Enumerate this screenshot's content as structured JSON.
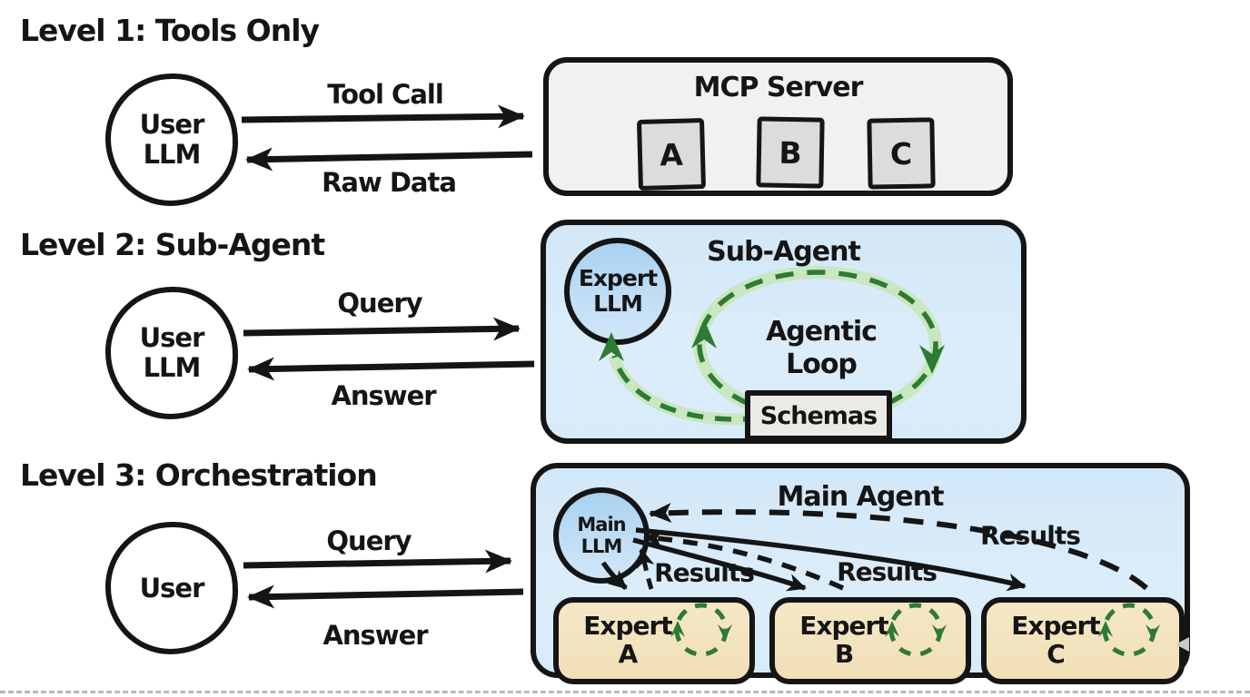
{
  "colors": {
    "canvas": "#ffffff",
    "ink": "#151515",
    "agent_box_blue": "#d7e9f8",
    "llm_circle_blue": "#b5d8f2",
    "server_gray": "#f1f1ef",
    "tool_square_gray": "#dcdcda",
    "expert_tan": "#f3e3c0",
    "loop_green": "#2e7b33",
    "loop_band_green": "#c9e7c0",
    "schemas_gray": "#eceae7"
  },
  "level1": {
    "title": "Level 1: Tools Only",
    "actor_line1": "User",
    "actor_line2": "LLM",
    "out_label": "Tool Call",
    "in_label": "Raw Data",
    "server_title": "MCP Server",
    "tools": [
      "A",
      "B",
      "C"
    ]
  },
  "level2": {
    "title": "Level 2: Sub-Agent",
    "actor_line1": "User",
    "actor_line2": "LLM",
    "out_label": "Query",
    "in_label": "Answer",
    "box_title": "Sub-Agent",
    "inner_circle_line1": "Expert",
    "inner_circle_line2": "LLM",
    "loop_line1": "Agentic",
    "loop_line2": "Loop",
    "schemas_label": "Schemas"
  },
  "level3": {
    "title": "Level 3: Orchestration",
    "actor_line1": "User",
    "out_label": "Query",
    "in_label": "Answer",
    "box_title": "Main Agent",
    "inner_circle_line1": "Main",
    "inner_circle_line2": "LLM",
    "experts": [
      {
        "line1": "Expert",
        "line2": "A",
        "results_label": "Results"
      },
      {
        "line1": "Expert",
        "line2": "B",
        "results_label": "Results"
      },
      {
        "line1": "Expert",
        "line2": "C",
        "results_label": "Results"
      }
    ]
  }
}
